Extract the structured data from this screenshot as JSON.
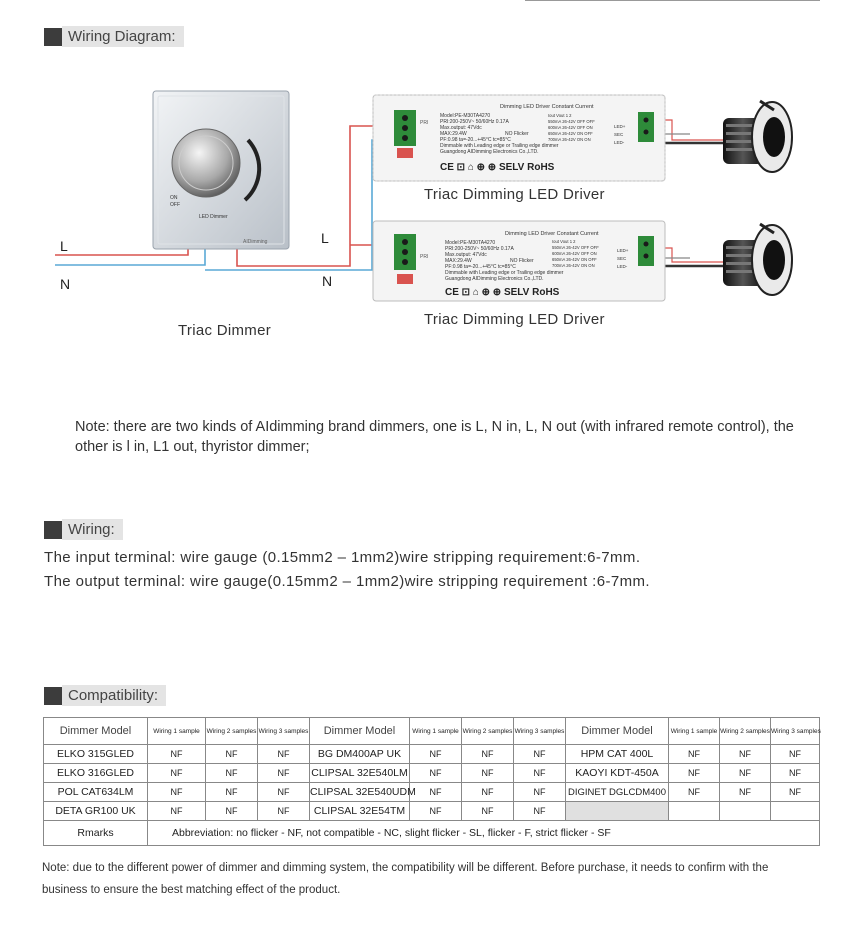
{
  "sections": {
    "wiring_diagram": "Wiring Diagram:",
    "wiring": "Wiring:",
    "compatibility": "Compatibility:"
  },
  "diagram": {
    "dimmer_caption": "Triac Dimmer",
    "driver_caption_1": "Triac Dimming LED Driver",
    "driver_caption_2": "Triac Dimming LED Driver",
    "label_L_left": "L",
    "label_N_left": "N",
    "label_L_mid": "L",
    "label_N_mid": "N",
    "dimmer_panel": {
      "on": "ON",
      "off": "OFF",
      "product": "LED Dimmer",
      "brand": "AIDimming"
    },
    "driver_label": {
      "title": "Dimming LED  Driver Constant Current",
      "model": "Model:PE-M30TA4270",
      "pri": "PRI:200-250V~ 50/60Hz 0.17A",
      "max_output": "Max.output: 47Vdc",
      "max_w": "MAX:29.4W",
      "no_flicker": "NO Flicker",
      "pf": "PF:0.98  ta=-20...+45°C tc=85°C",
      "dimmable": "Dimmable with Leading edge or Trailing edge dimmer",
      "maker": "Guangdong AIDimming Electronics Co.,LTD.",
      "marks": "CE ⊡ ⌂ ⊕ ⊕ SELV RoHS",
      "table_rows": [
        "Iout  Vout  1  2",
        "550mA 26-42V OFF OFF",
        "600mA 26-42V OFF ON",
        "650mA 26-42V ON OFF",
        "700mA 26-42V ON ON"
      ],
      "pri_tag": "PRI",
      "sec_tag": "SEC",
      "led_plus": "LED+",
      "led_minus": "LED-"
    }
  },
  "note": "Note: there are two kinds of AIdimming brand dimmers, one is L, N in, L, N out (with infrared remote control), the other is l in, L1 out, thyristor dimmer;",
  "wiring": {
    "input": "The input terminal: wire gauge  (0.15mm2 – 1mm2)wire stripping requirement:6-7mm.",
    "output": "The output terminal: wire gauge(0.15mm2 – 1mm2)wire stripping requirement :6-7mm."
  },
  "table": {
    "headers": [
      "Dimmer Model",
      "Wiring 1 sample",
      "Wiring 2 samples",
      "Wiring 3 samples",
      "Dimmer Model",
      "Wiring 1 sample",
      "Wiring 2 samples",
      "Wiring 3 samples",
      "Dimmer Model",
      "Wiring 1 sample",
      "Wiring 2 samples",
      "Wiring 3 samples"
    ],
    "rows": [
      [
        "ELKO 315GLED",
        "NF",
        "NF",
        "NF",
        "BG DM400AP UK",
        "NF",
        "NF",
        "NF",
        "HPM CAT 400L",
        "NF",
        "NF",
        "NF"
      ],
      [
        "ELKO 316GLED",
        "NF",
        "NF",
        "NF",
        "CLIPSAL 32E540LM",
        "NF",
        "NF",
        "NF",
        "KAOYI KDT-450A",
        "NF",
        "NF",
        "NF"
      ],
      [
        "POL CAT634LM",
        "NF",
        "NF",
        "NF",
        "CLIPSAL 32E540UDM",
        "NF",
        "NF",
        "NF",
        "DIGINET DGLCDM400",
        "NF",
        "NF",
        "NF"
      ],
      [
        "DETA GR100 UK",
        "NF",
        "NF",
        "NF",
        "CLIPSAL 32E54TM",
        "NF",
        "NF",
        "NF",
        "",
        "",
        "",
        ""
      ]
    ],
    "remarks_label": "Rmarks",
    "remarks_text": "Abbreviation: no flicker - NF, not compatible - NC, slight flicker - SL, flicker - F, strict flicker - SF"
  },
  "bottom_note": "Note: due to the different power of dimmer and dimming system, the compatibility will be different. Before purchase, it needs to confirm with the business to ensure the best matching effect of the product.",
  "colors": {
    "wire_red": "#d9534f",
    "wire_blue": "#5aa9d6",
    "wire_dark": "#333333"
  }
}
